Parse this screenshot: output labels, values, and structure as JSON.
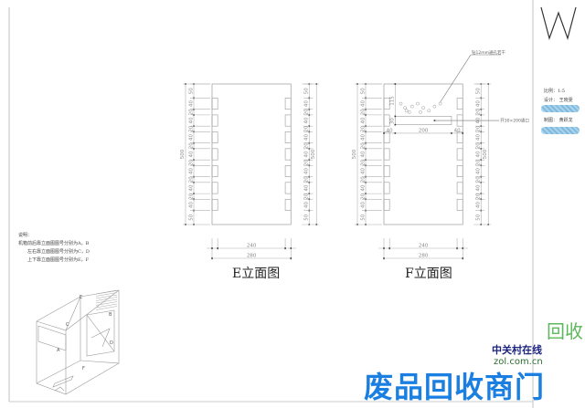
{
  "notes": {
    "title": "说明：",
    "lines": [
      "机箱前后靠立面图图号分别为A，B",
      "左右靠立面图图号分别为C，D",
      "上下靠立面图图号分别为E，F"
    ]
  },
  "title_block": {
    "scale": "比例：1:5",
    "designer": "设计： 王晓雯",
    "drafter": "制图： 黄跃龙"
  },
  "elevation_e": {
    "caption": "E立面图",
    "height_total": "500",
    "segments": [
      "50",
      "40",
      "20",
      "40",
      "20",
      "40",
      "20",
      "40",
      "20",
      "40",
      "20",
      "40",
      "20",
      "40",
      "50"
    ],
    "bottom_dims": [
      "20",
      "240",
      "20"
    ],
    "width_total": "280"
  },
  "elevation_f": {
    "caption": "F立面图",
    "height_total": "500",
    "segments": [
      "50",
      "40",
      "20",
      "40",
      "20",
      "40",
      "20",
      "40",
      "20",
      "40",
      "20",
      "40",
      "20",
      "40",
      "50"
    ],
    "bottom_dims": [
      "20",
      "240",
      "20"
    ],
    "width_total": "280",
    "hole_note": "钻12mm通孔若干",
    "opening_note": "开30×200通口",
    "opening_dims": {
      "top": "115",
      "height": "30",
      "left": "40",
      "width": "200",
      "right": "40"
    }
  },
  "iso_labels": [
    "E",
    "B",
    "C",
    "D",
    "A",
    "F"
  ],
  "watermark": {
    "big": "废品回收商门",
    "brand": "中关村在线",
    "url": "zol.com.cn",
    "side": "回收"
  },
  "colors": {
    "line": "#9a9a9a",
    "dim": "#b0b0b0",
    "watermark_blue": "#1a7fe0"
  }
}
